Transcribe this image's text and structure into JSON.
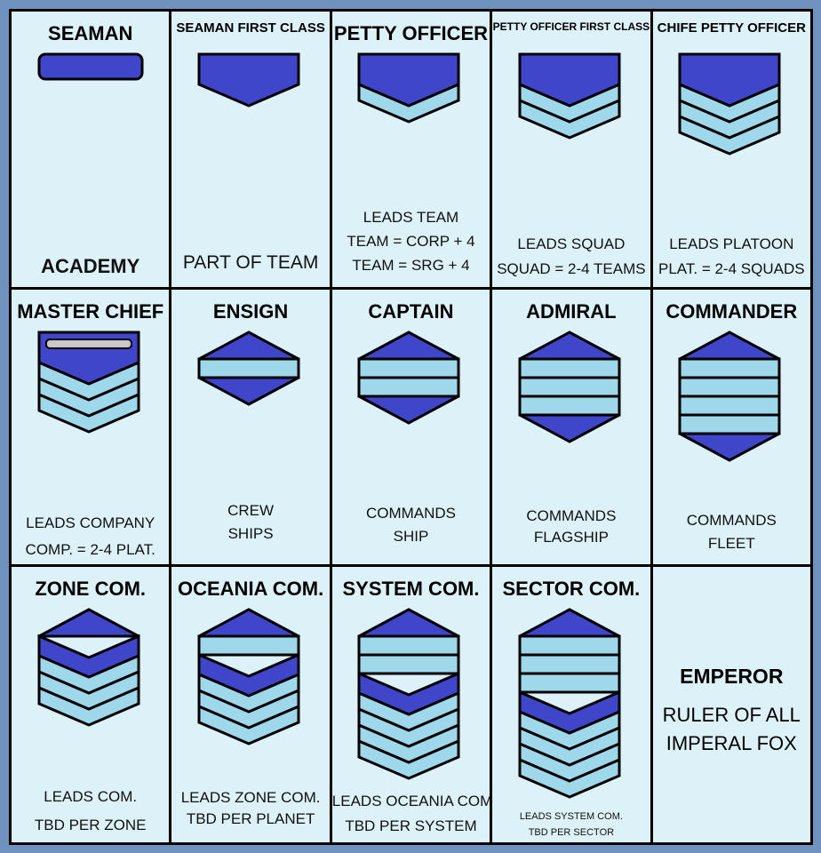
{
  "colors": {
    "frame": "#7092bf",
    "cell": "#dcf1f8",
    "blue": "#4046c9",
    "light": "#9fd8ea",
    "accent": "#1aa0e0",
    "silver": "#c8c8c8"
  },
  "ranks": [
    {
      "title": "SEAMAN",
      "lines": [
        "ACADEMY"
      ],
      "insignia": [
        "pill"
      ]
    },
    {
      "title": "SEAMAN FIRST CLASS",
      "lines": [
        "PART OF TEAM"
      ],
      "insignia": [
        "cap"
      ]
    },
    {
      "title": "PETTY OFFICER",
      "lines": [
        "LEADS TEAM",
        "TEAM = CORP + 4",
        "TEAM = SRG + 4"
      ],
      "insignia": [
        "cap",
        "chev"
      ]
    },
    {
      "title": "PETTY OFFICER FIRST CLASS",
      "lines": [
        "LEADS SQUAD",
        "SQUAD = 2-4 TEAMS"
      ],
      "insignia": [
        "cap",
        "chev",
        "chev"
      ]
    },
    {
      "title": "CHIFE PETTY OFFICER",
      "lines": [
        "LEADS PLATOON",
        "PLAT. = 2-4 SQUADS"
      ],
      "insignia": [
        "cap",
        "chev",
        "chev",
        "chev"
      ]
    },
    {
      "title": "MASTER CHIEF",
      "lines": [
        "LEADS COMPANY",
        "COMP. = 2-4 PLAT."
      ],
      "insignia": [
        "capsilver",
        "chev",
        "chev",
        "chev"
      ]
    },
    {
      "title": "ENSIGN",
      "lines": [
        "CREW",
        "SHIPS"
      ],
      "insignia": [
        "tri",
        "bar",
        "bottom"
      ]
    },
    {
      "title": "CAPTAIN",
      "lines": [
        "COMMANDS",
        "SHIP"
      ],
      "insignia": [
        "tri",
        "bar",
        "bar",
        "bottom"
      ]
    },
    {
      "title": "ADMIRAL",
      "lines": [
        "COMMANDS",
        "FLAGSHIP"
      ],
      "insignia": [
        "tri",
        "bar",
        "bar",
        "bar",
        "bottom"
      ]
    },
    {
      "title": "COMMANDER",
      "lines": [
        "COMMANDS",
        "FLEET"
      ],
      "insignia": [
        "tri",
        "bar",
        "bar",
        "bar",
        "bar",
        "bottom"
      ]
    },
    {
      "title": "ZONE COM.",
      "lines": [
        "LEADS COM.",
        "TBD PER ZONE"
      ],
      "insignia": [
        "tri",
        "bluechev",
        "chev",
        "chev",
        "chev"
      ]
    },
    {
      "title": "OCEANIA COM.",
      "lines": [
        "LEADS ZONE COM.",
        "TBD PER PLANET"
      ],
      "insignia": [
        "tri",
        "bar",
        "bluechev",
        "chev",
        "chev",
        "chev"
      ]
    },
    {
      "title": "SYSTEM COM.",
      "lines": [
        "LEADS OCEANIA COM.",
        "TBD PER SYSTEM"
      ],
      "insignia": [
        "tri",
        "bar",
        "bar",
        "bluechev",
        "chev",
        "chev",
        "chev",
        "chev"
      ]
    },
    {
      "title": "SECTOR COM.",
      "lines": [
        "LEADS SYSTEM COM.",
        "TBD PER SECTOR"
      ],
      "insignia": [
        "tri",
        "bar",
        "bar",
        "bar",
        "bluechev",
        "chev",
        "chev",
        "chev",
        "chev"
      ]
    },
    {
      "title": "EMPEROR",
      "lines": [
        "RULER OF ALL",
        "IMPERAL FOX"
      ],
      "insignia": []
    }
  ]
}
